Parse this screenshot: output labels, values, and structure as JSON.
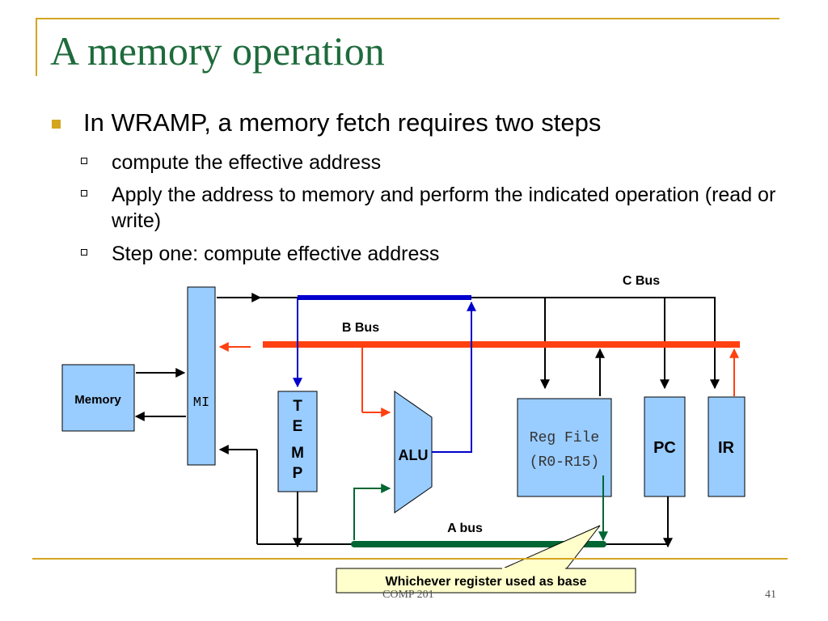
{
  "slide": {
    "title": "A memory operation",
    "bullet": "In  WRAMP, a memory fetch requires two steps",
    "subbullets": [
      "compute the effective address",
      "Apply the address to memory and perform the indicated operation (read or write)",
      "Step one: compute effective address"
    ],
    "footer_left": "COMP 201",
    "page_number": "41"
  },
  "diagram": {
    "c_bus_label": "C Bus",
    "b_bus_label": "B Bus",
    "a_bus_label": "A bus",
    "memory_label": "Memory",
    "mi_label": "MI",
    "temp_letters": [
      "T",
      "E",
      "M",
      "P"
    ],
    "alu_label": "ALU",
    "regfile_line1": "Reg File",
    "regfile_line2": "(R0-R15)",
    "pc_label": "PC",
    "ir_label": "IR",
    "callout": "Whichever register used as base"
  },
  "colors": {
    "accent_gold": "#d4a520",
    "title_green": "#1e6b3c",
    "box_fill": "#99ccff",
    "b_bus": "#ff4010",
    "c_bus_highlight": "#0000cc",
    "a_bus_highlight": "#006633",
    "callout_fill": "#ffffcc"
  }
}
